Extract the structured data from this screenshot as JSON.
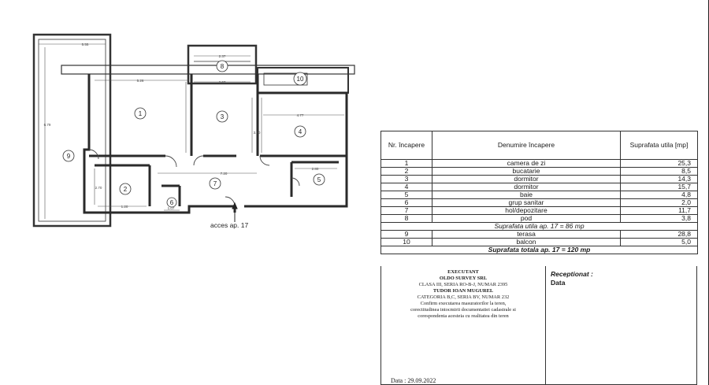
{
  "plan": {
    "room_numbers": [
      "1",
      "2",
      "3",
      "4",
      "5",
      "6",
      "7",
      "8",
      "9",
      "10"
    ],
    "dimensions": [
      "5.55",
      "2.37",
      "5.26",
      "2.67",
      "4.77",
      "3.70",
      "6.79",
      "2.70",
      "2.80",
      "1.07",
      "1.20",
      "7.20"
    ],
    "entrance_label": "acces ap. 17"
  },
  "table": {
    "headers": [
      "Nr. încapere",
      "Denumire încapere",
      "Suprafata utila [mp]"
    ],
    "rows_a": [
      {
        "nr": "1",
        "name": "camera de zi",
        "area": "25,3"
      },
      {
        "nr": "2",
        "name": "bucatarie",
        "area": "8,5"
      },
      {
        "nr": "3",
        "name": "dormitor",
        "area": "14,3"
      },
      {
        "nr": "4",
        "name": "dormitor",
        "area": "15,7"
      },
      {
        "nr": "5",
        "name": "baie",
        "area": "4,8"
      },
      {
        "nr": "6",
        "name": "grup sanitar",
        "area": "2,0"
      },
      {
        "nr": "7",
        "name": "hol/depozitare",
        "area": "11,7"
      },
      {
        "nr": "8",
        "name": "pod",
        "area": "3,8"
      }
    ],
    "subtotal": "Suprafata utila ap. 17 = 86 mp",
    "rows_b": [
      {
        "nr": "9",
        "name": "terasa",
        "area": "28,8"
      },
      {
        "nr": "10",
        "name": "balcon",
        "area": "5,0"
      }
    ],
    "total": "Suprafata totala ap. 17 = 120 mp"
  },
  "executant": {
    "heading": "EXECUTANT",
    "company": "OLDO SURVEY SRL",
    "class": "CLASA III, SERIA RO-B-J, NUMAR 2395",
    "person": "TUDOR IOAN MUGUREL",
    "category": "CATEGORIA B,C, SERIA BV, NUMAR 232",
    "statement": [
      "Confirm executarea masuratorilor la teren,",
      "corectitudinea intocmirii documentatiei cadastrale si",
      "corespondenta acesteia cu realitatea din teren"
    ]
  },
  "receptionat": {
    "title": "Receptionat :",
    "data_label": "Data"
  },
  "date": "Data : 29.09.2022"
}
